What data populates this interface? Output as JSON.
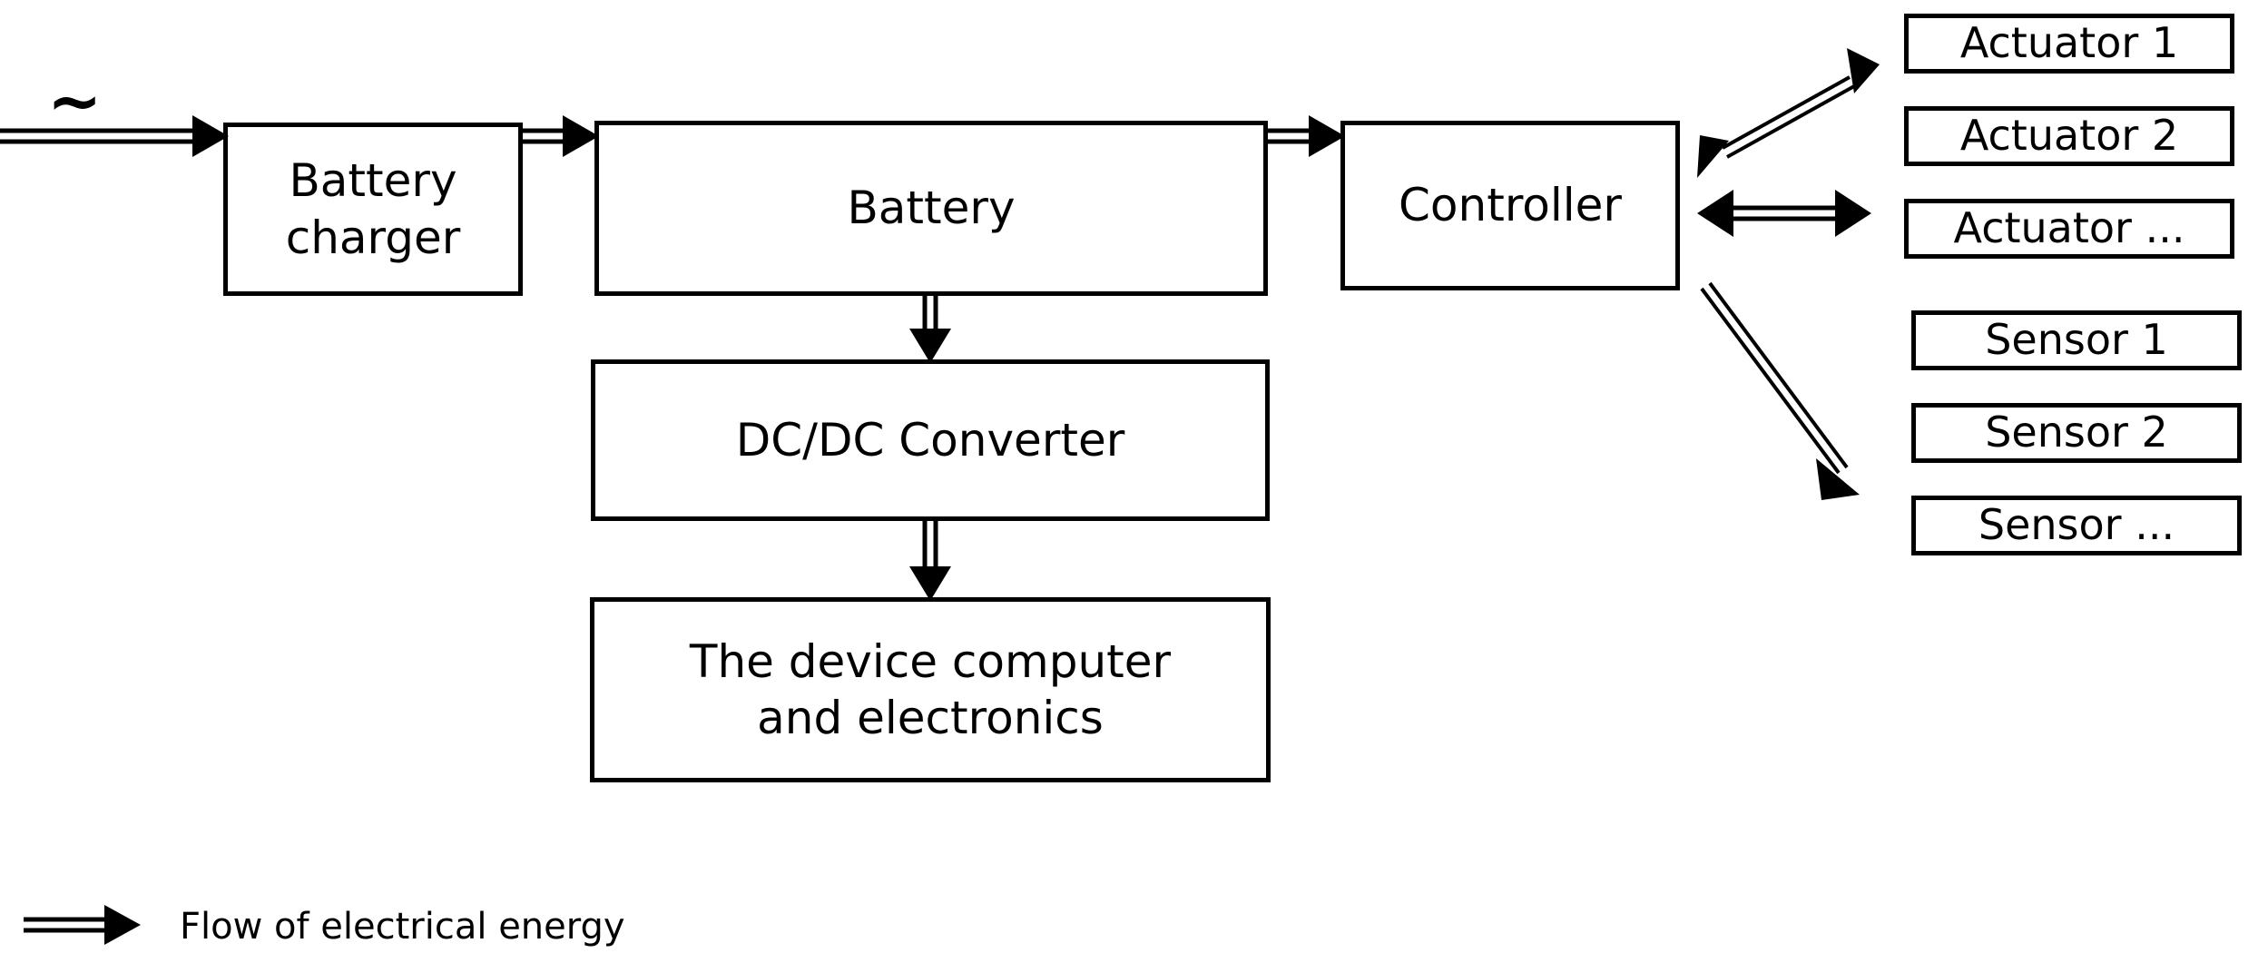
{
  "diagram": {
    "title_text_present": false,
    "power_source_symbol": "~",
    "blocks": {
      "battery_charger": "Battery\ncharger",
      "battery": "Battery",
      "dcdc_converter": "DC/DC Converter",
      "device_computer": "The device computer\nand electronics",
      "controller": "Controller",
      "actuator_1": "Actuator 1",
      "actuator_2": "Actuator 2",
      "actuator_n": "Actuator ...",
      "sensor_1": "Sensor 1",
      "sensor_2": "Sensor 2",
      "sensor_n": "Sensor ..."
    },
    "legend": {
      "arrow_icon": "double-line-arrow-icon",
      "label": "Flow of electrical energy"
    },
    "colors": {
      "stroke": "#000000",
      "fill": "#ffffff",
      "text": "#000000"
    },
    "connections": [
      {
        "name": "ac-input-to-battery-charger",
        "type": "single-arrow",
        "from": "AC mains (~)",
        "to": "Battery charger"
      },
      {
        "name": "battery-charger-to-battery",
        "type": "single-arrow",
        "from": "Battery charger",
        "to": "Battery"
      },
      {
        "name": "battery-to-controller",
        "type": "single-arrow",
        "from": "Battery",
        "to": "Controller"
      },
      {
        "name": "battery-to-dcdc",
        "type": "single-arrow",
        "from": "Battery",
        "to": "DC/DC Converter"
      },
      {
        "name": "dcdc-to-device-computer",
        "type": "single-arrow",
        "from": "DC/DC Converter",
        "to": "The device computer and electronics"
      },
      {
        "name": "controller-to-actuator-1",
        "type": "double-headed-arrow",
        "from": "Controller",
        "to": "Actuator 1"
      },
      {
        "name": "controller-to-actuator-2",
        "type": "double-headed-arrow",
        "from": "Controller",
        "to": "Actuator 2"
      },
      {
        "name": "controller-to-sensors",
        "type": "single-arrow",
        "from": "Controller",
        "to": "Sensor 1"
      }
    ]
  }
}
